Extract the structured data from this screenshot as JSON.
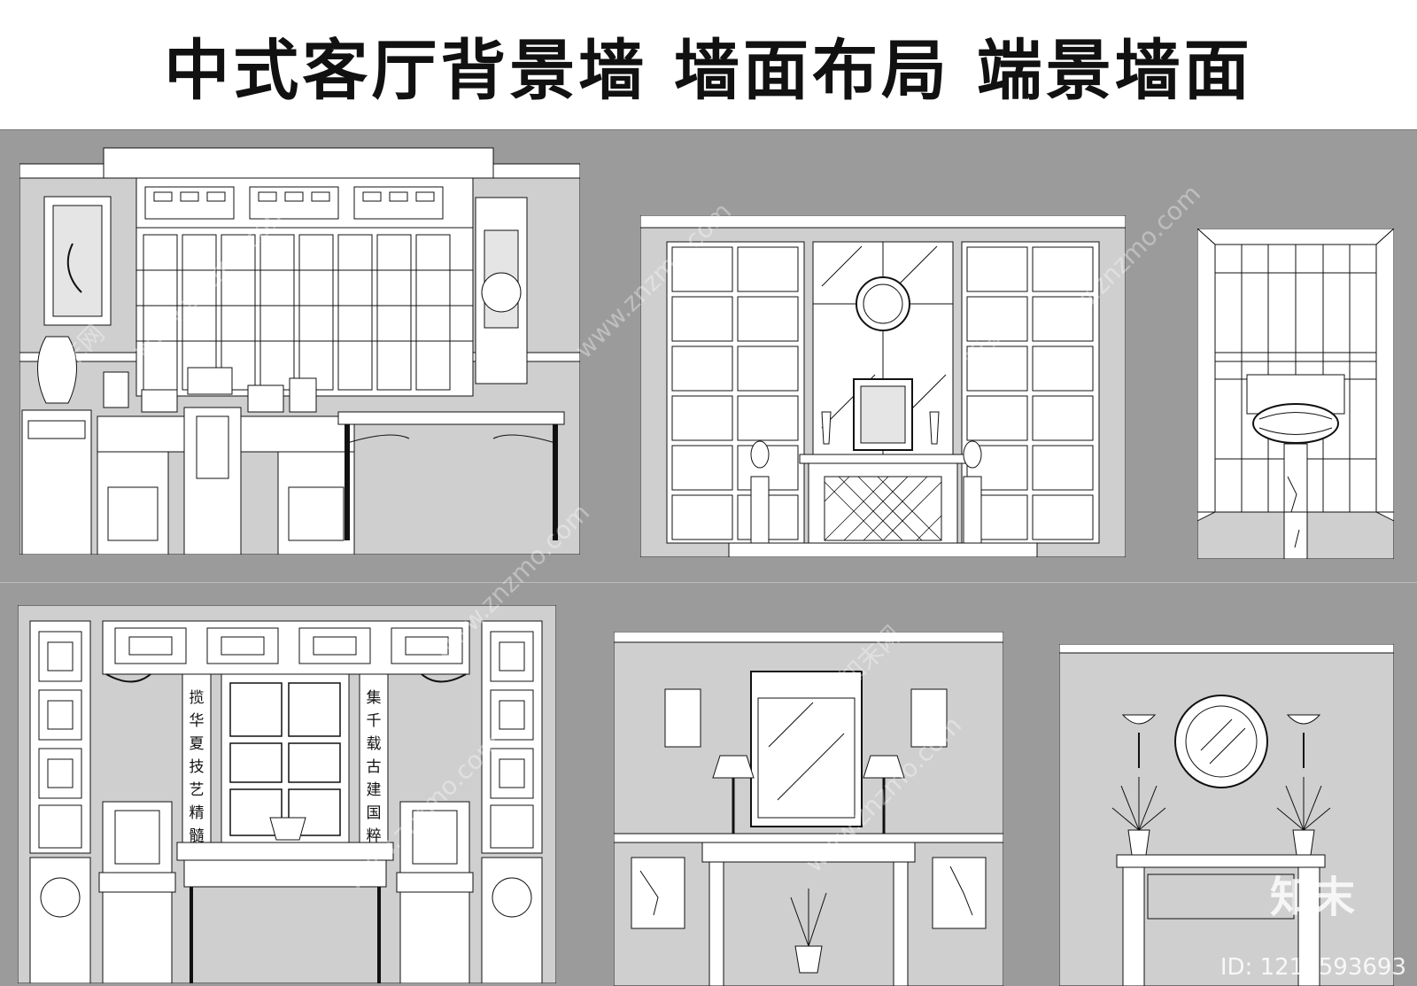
{
  "header": {
    "title": "中式客厅背景墙  墙面布局 端景墙面"
  },
  "panels": {
    "p5": {
      "couplet_left": [
        "揽",
        "华",
        "夏",
        "技",
        "艺",
        "精",
        "髓"
      ],
      "couplet_right": [
        "集",
        "千",
        "载",
        "古",
        "建",
        "国",
        "粹"
      ]
    }
  },
  "watermark": {
    "site": "www.znzmo.com",
    "brand": "知末网",
    "logo": "知末",
    "id": "ID: 1215593693"
  },
  "colors": {
    "background": "#9b9b9b",
    "panel_fill": "#cfcfcf",
    "line": "#111111",
    "title_bg": "#ffffff"
  }
}
